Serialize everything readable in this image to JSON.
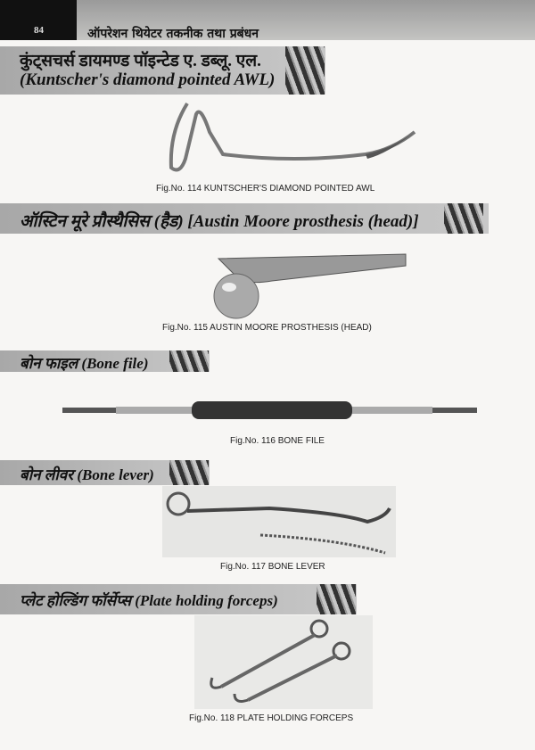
{
  "header": {
    "page_number": "84",
    "running_title": "ऑपरेशन थियेटर तकनीक तथा प्रबंधन"
  },
  "sections": [
    {
      "hindi": "कुंट्सचर्स डायमण्ड पॉइन्टेड ए. डब्लू. एल.",
      "english": "(Kuntscher's diamond pointed AWL)",
      "caption": "Fig.No. 114  KUNTSCHER'S DIAMOND POINTED AWL"
    },
    {
      "title": "ऑस्टिन मूरे प्रौस्थैसिस (हैड) [Austin Moore prosthesis (head)]",
      "caption": "Fig.No. 115 AUSTIN MOORE PROSTHESIS (HEAD)"
    },
    {
      "title": "बोन फाइल (Bone file)",
      "caption": "Fig.No. 116 BONE FILE"
    },
    {
      "title": "बोन लीवर (Bone lever)",
      "caption": "Fig.No. 117  BONE LEVER"
    },
    {
      "title": "प्लेट होल्डिंग फॉर्सेप्स (Plate holding forceps)",
      "caption": "Fig.No. 118 PLATE HOLDING FORCEPS"
    }
  ]
}
